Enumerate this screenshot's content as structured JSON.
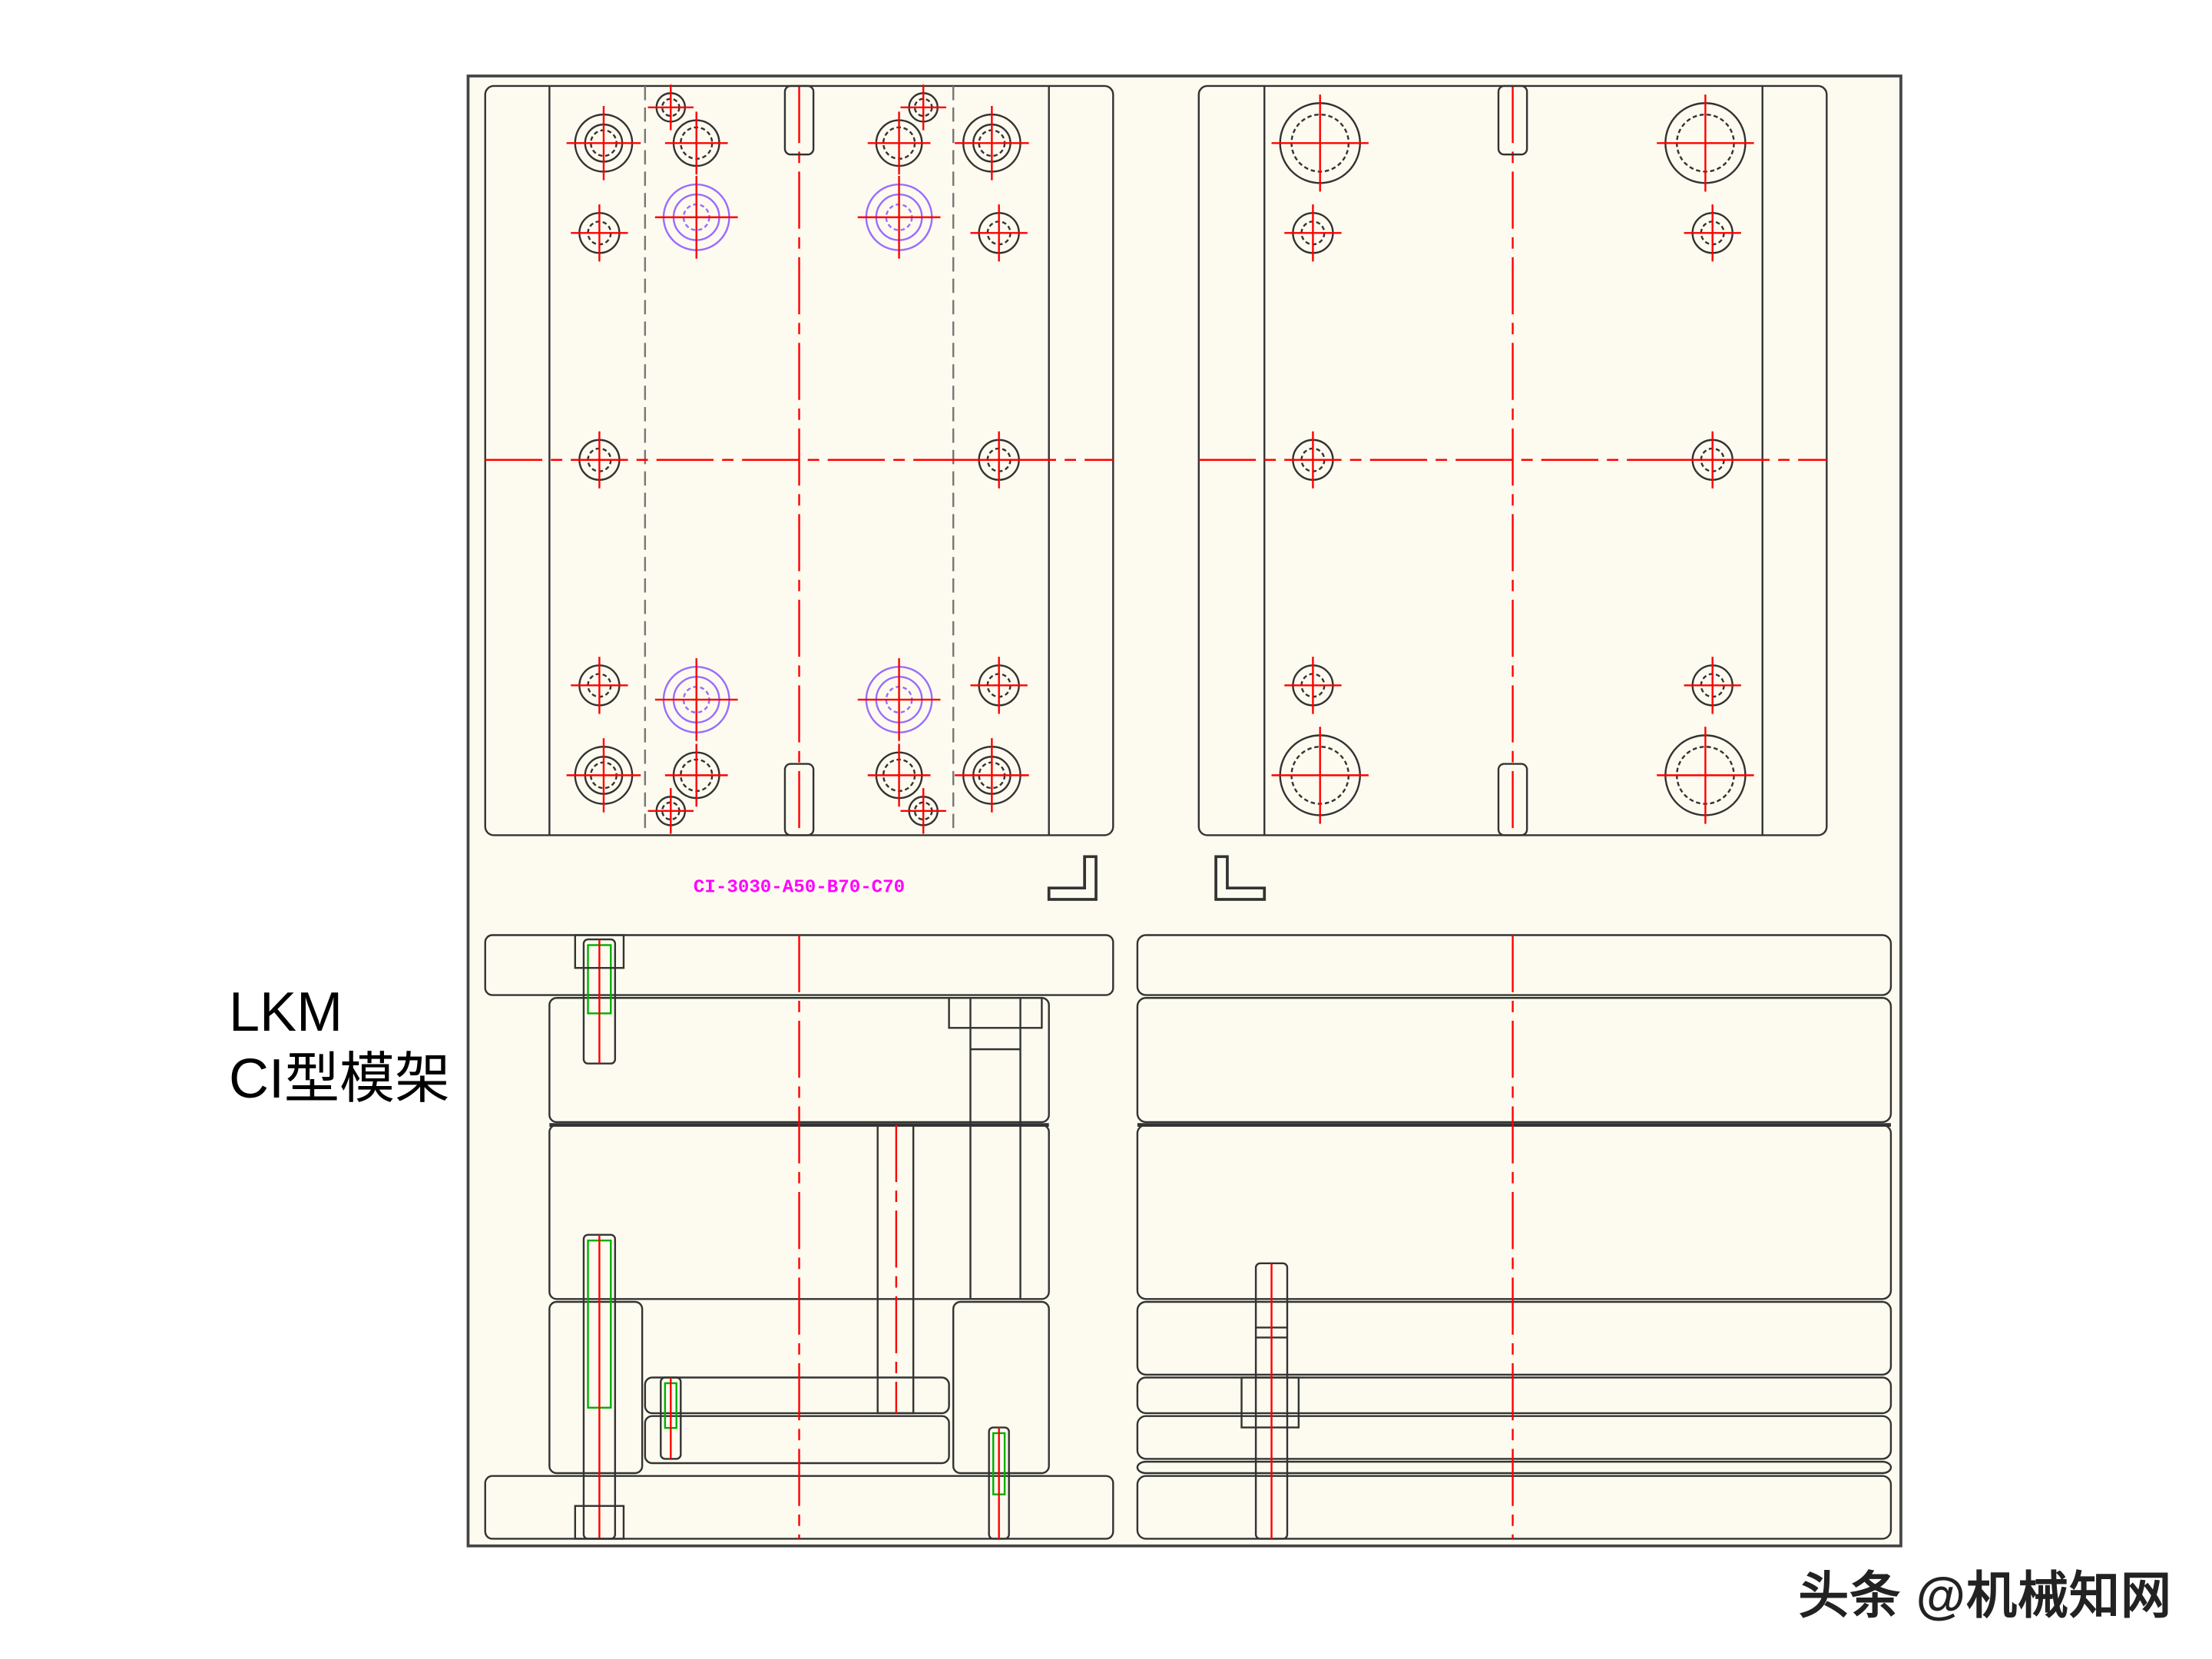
{
  "title": {
    "line1": "LKM",
    "line2": "CI型模架"
  },
  "drawing": {
    "part_label": "CI-3030-A50-B70-C70"
  },
  "watermark": "头条 @机械知网",
  "colors": {
    "paper": "#fdfbf0",
    "line": "#333333",
    "center": "#ff0000",
    "bolt": "#00b000",
    "label": "#ff00ff",
    "purple": "#9a6cff"
  }
}
